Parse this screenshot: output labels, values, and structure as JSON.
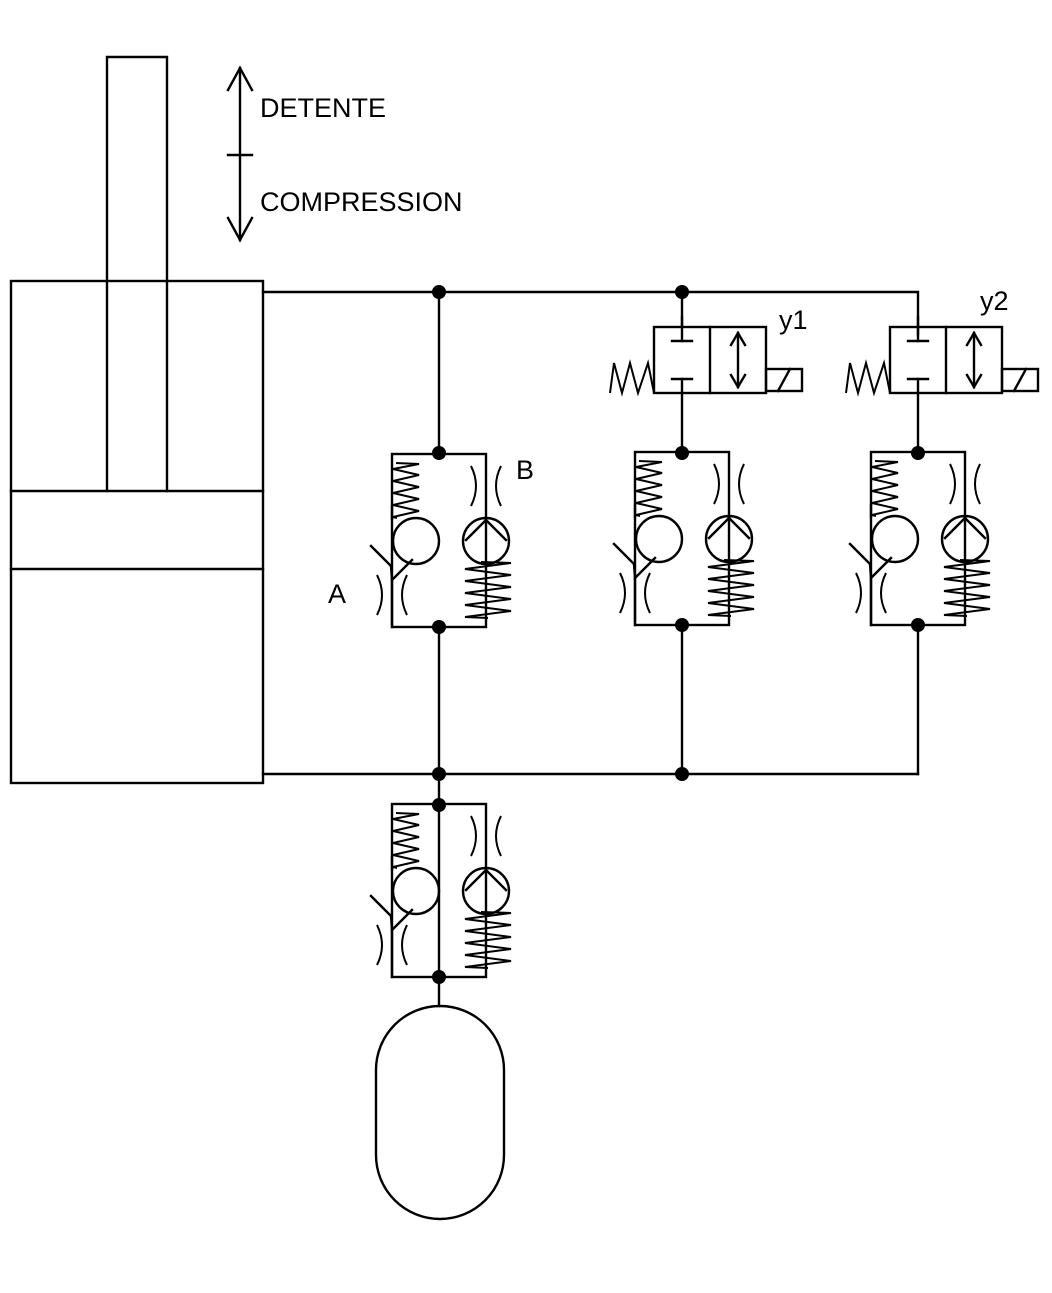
{
  "labels": {
    "extension": "DETENTE",
    "compression": "COMPRESSION",
    "valve_a": "A",
    "valve_b": "B",
    "solenoid_1": "y1",
    "solenoid_2": "y2"
  },
  "colors": {
    "line": "#000000",
    "background": "#ffffff"
  }
}
